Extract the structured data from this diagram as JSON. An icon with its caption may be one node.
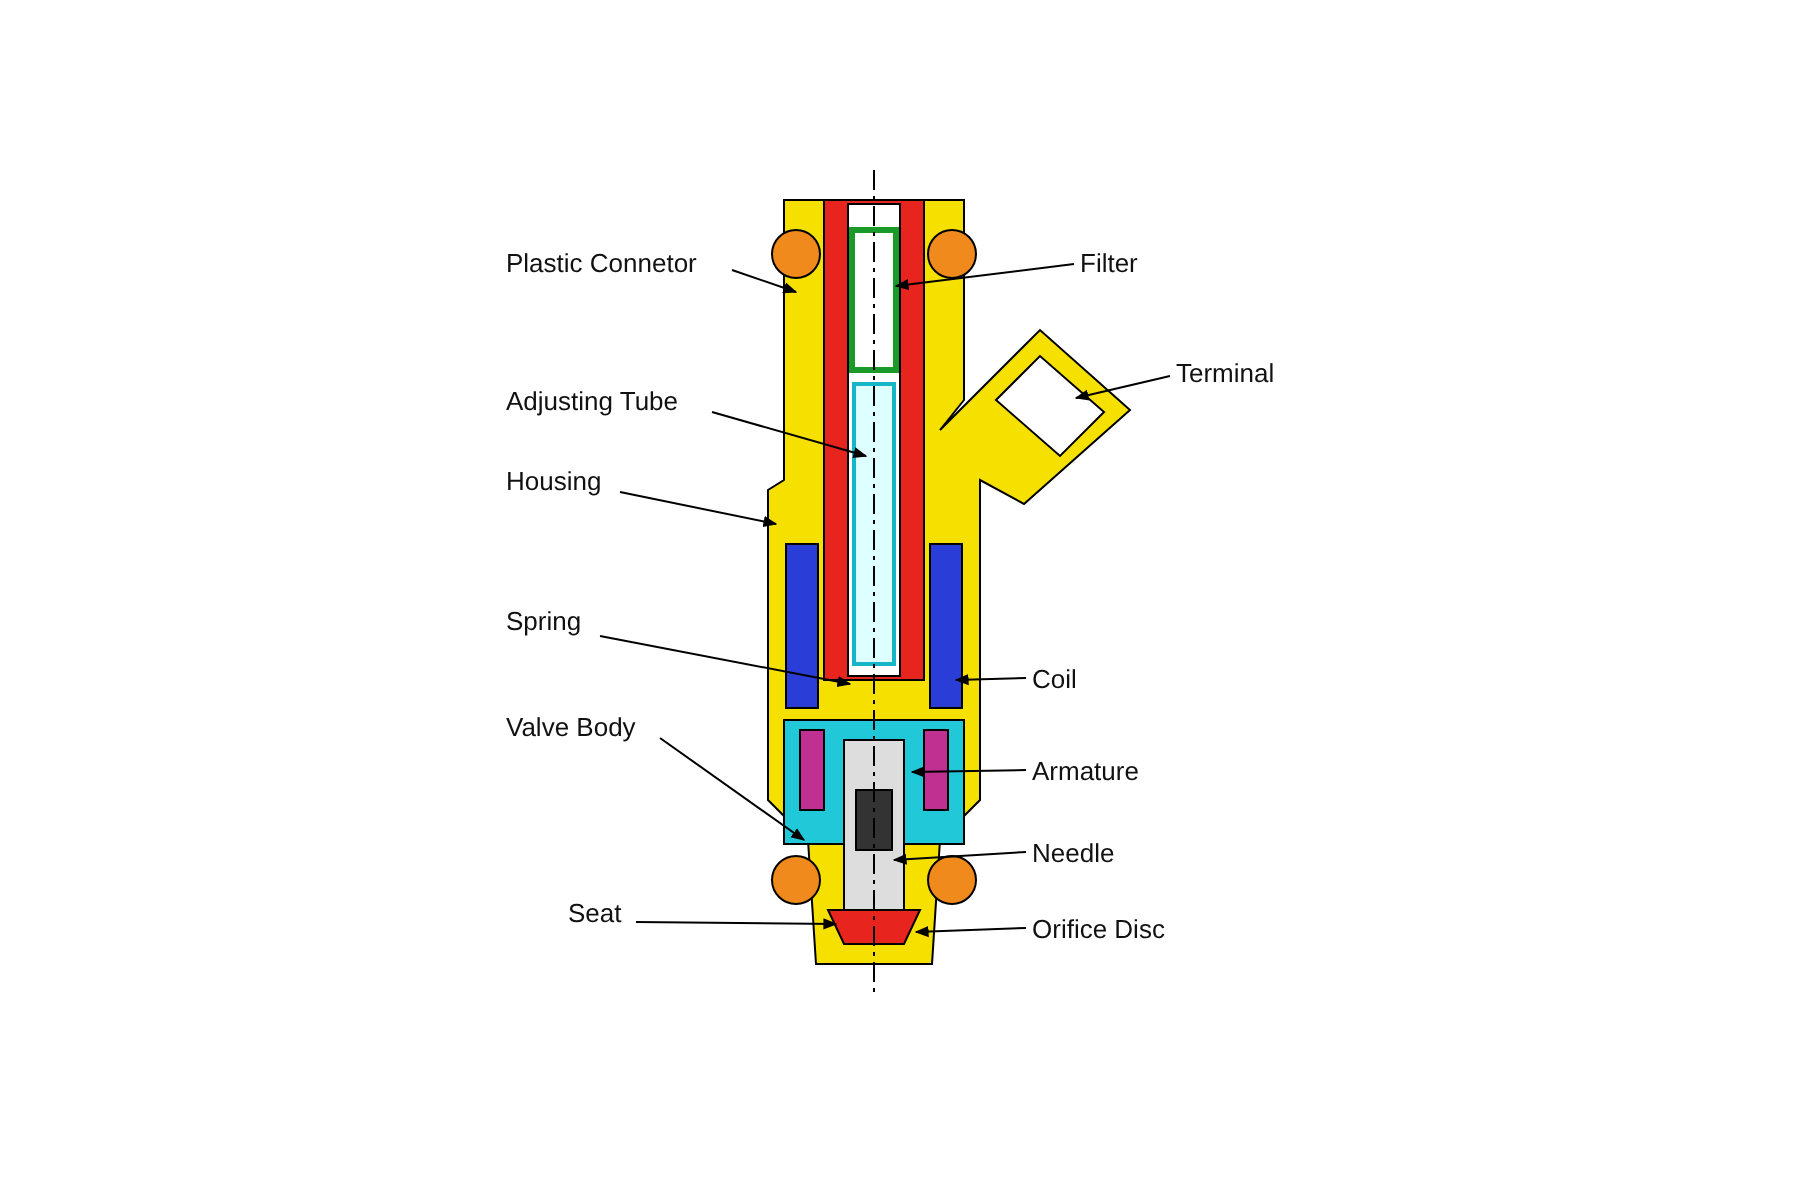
{
  "diagram": {
    "nodes": [
      {
        "text": [
          "Plastic Connetor"
        ]
      },
      {
        "text": [
          "Filter"
        ]
      },
      {
        "text": [
          "Terminal"
        ]
      },
      {
        "text": [
          "Adjusting Tube"
        ]
      },
      {
        "text": [
          "Housing"
        ]
      },
      {
        "text": [
          "Spring"
        ]
      },
      {
        "text": [
          "Coil"
        ]
      },
      {
        "text": [
          "Valve Body"
        ]
      },
      {
        "text": [
          "Armature"
        ]
      },
      {
        "text": [
          "Needle"
        ]
      },
      {
        "text": [
          "Seat"
        ]
      },
      {
        "text": [
          "Orifice Disc"
        ]
      }
    ],
    "edges": [
      {
        "from": 0,
        "to": null,
        "arrow": "to"
      },
      {
        "from": 1,
        "to": null,
        "arrow": "to"
      },
      {
        "from": 2,
        "to": null,
        "arrow": "to"
      },
      {
        "from": 3,
        "to": null,
        "arrow": "to"
      },
      {
        "from": 4,
        "to": null,
        "arrow": "to"
      },
      {
        "from": 5,
        "to": null,
        "arrow": "to"
      },
      {
        "from": 6,
        "to": null,
        "arrow": "to"
      },
      {
        "from": 7,
        "to": null,
        "arrow": "to"
      },
      {
        "from": 8,
        "to": null,
        "arrow": "to"
      },
      {
        "from": 9,
        "to": null,
        "arrow": "to"
      },
      {
        "from": 10,
        "to": null,
        "arrow": "to"
      },
      {
        "from": 11,
        "to": null,
        "arrow": "to"
      }
    ]
  }
}
